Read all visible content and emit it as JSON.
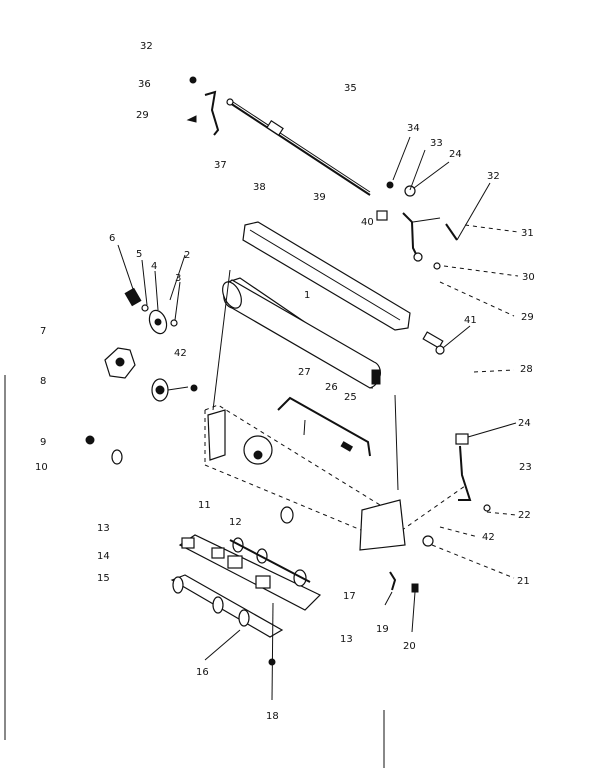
{
  "labels": [
    "32",
    "36",
    "29",
    "35",
    "34",
    "33",
    "24",
    "32",
    "37",
    "38",
    "39",
    "40",
    "31",
    "6",
    "5",
    "4",
    "2",
    "3",
    "30",
    "1",
    "29",
    "41",
    "7",
    "42",
    "28",
    "8",
    "27",
    "26",
    "25",
    "24",
    "9",
    "10",
    "23",
    "11",
    "12",
    "22",
    "13",
    "42",
    "14",
    "15",
    "21",
    "17",
    "19",
    "13",
    "20",
    "16",
    "18"
  ]
}
